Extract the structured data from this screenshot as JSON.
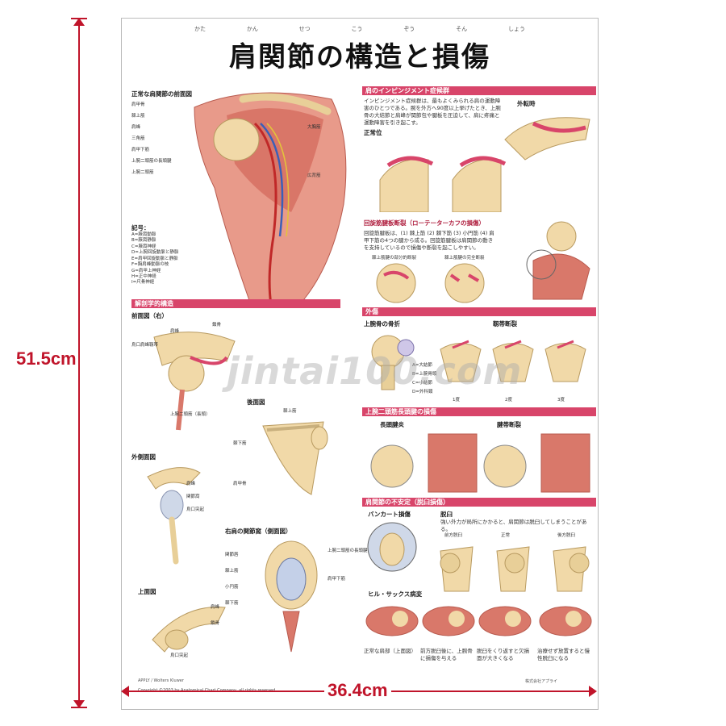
{
  "dimensions": {
    "height": "51.5cm",
    "width": "36.4cm"
  },
  "title": {
    "text": "肩関節の構造と損傷",
    "ruby": [
      "かた",
      "かん",
      "せつ",
      "こう",
      "ぞう",
      "そん",
      "しょう"
    ]
  },
  "watermark": "jintai100.com",
  "left": {
    "main_caption": "正常な肩関節の前面図",
    "main_labels": [
      "肩甲骨",
      "棘上筋",
      "肩峰",
      "大胸筋",
      "三角筋",
      "肩甲下筋",
      "上腕二頭筋の長頭腱",
      "上腕二頭筋",
      "広背筋"
    ],
    "legend_title": "記号：",
    "legend_items": [
      "A=腋窩動脈",
      "B=腋窩静脈",
      "C=腋窩神経",
      "D=上腕回旋動脈と静脈",
      "E=肩甲回旋動脈と静脈",
      "F=胸肩峰動脈の枝",
      "G=肩甲上神経",
      "H=正中神経",
      "I=尺骨神経"
    ],
    "anatomy_bar": "解剖学的構造",
    "front_view": "前面図（右）",
    "front_labels": [
      "肩峰",
      "鎖骨",
      "烏口肩峰靱帯",
      "上腕二頭筋（長頭）"
    ],
    "back_view": "後面図",
    "back_labels": [
      "棘上筋",
      "棘下筋",
      "肩甲骨"
    ],
    "lateral_view": "外側面図",
    "lateral_labels": [
      "肩峰",
      "関節窩",
      "烏口突起"
    ],
    "glenoid_view": "右肩の関節窩（側面図）",
    "glenoid_labels": [
      "関節唇",
      "上腕二頭筋の長頭腱",
      "棘上筋",
      "肩甲下筋",
      "小円筋",
      "棘下筋"
    ],
    "top_view": "上面図",
    "top_labels": [
      "肩峰",
      "鎖骨",
      "烏口突起"
    ]
  },
  "right": {
    "impingement_bar": "肩のインピンジメント症候群",
    "impingement_text": "インピンジメント症候群は、最もよくみられる肩の運動障害のひとつである。腕を外方へ90度以上挙げたとき、上腕骨の大結節と肩峰が関節包や腱板を圧迫して、肩に疼痛と運動障害を引き起こす。",
    "normal_position": "正常位",
    "abduction": "外転時",
    "rotator_bar": "回旋筋腱板断裂（ローテーターカフの損傷）",
    "rotator_text": "回旋筋腱板は、(1) 棘上筋 (2) 棘下筋 (3) 小円筋 (4) 肩甲下筋の4つの腱から成る。回旋筋腱板は肩関節の動きを支持しているので損傷や断裂を起こしやすい。",
    "rotator_labels": [
      "棘上筋腱の部分的断裂",
      "棘上筋腱の完全断裂"
    ],
    "trauma_bar": "外傷",
    "fracture_title": "上腕骨の骨折",
    "ligament_title": "靱帯断裂",
    "fracture_labels": [
      "A=大結節",
      "B=上腕骨頭",
      "C=小結節",
      "D=外科頸"
    ],
    "degrees": [
      "1度",
      "2度",
      "3度"
    ],
    "biceps_bar": "上腕二頭筋長頭腱の損傷",
    "tendinitis": "長頭腱炎",
    "tendon_rupture": "腱帯断裂",
    "instability_bar": "肩関節の不安定（脱臼損傷）",
    "bankart": "バンカート損傷",
    "dislocation": "脱臼",
    "dislocation_text": "強い外力が局所にかかると、肩関節は脱臼してしまうことがある。",
    "dislocation_types": [
      "前方脱臼",
      "正常",
      "後方脱臼"
    ],
    "hill_sachs": "ヒル・サックス病変",
    "hill_sachs_captions": [
      "正常な肩部（上面図）",
      "前方脱臼後に、上腕骨に損傷を与える",
      "脱臼をくり返すと欠損面が大きくなる",
      "治療せず放置すると慢性脱臼になる"
    ]
  },
  "footer": {
    "copyright": "Copyright ©2003 by Anatomical Chart Company, all rights reserved.",
    "publisher": "株式会社アプライ",
    "brand": "APPLY / Wolters Kluwer"
  },
  "colors": {
    "accent": "#d8456a",
    "dimension": "#c0142a",
    "muscle": "#d9786a",
    "bone": "#f1d9a8"
  }
}
